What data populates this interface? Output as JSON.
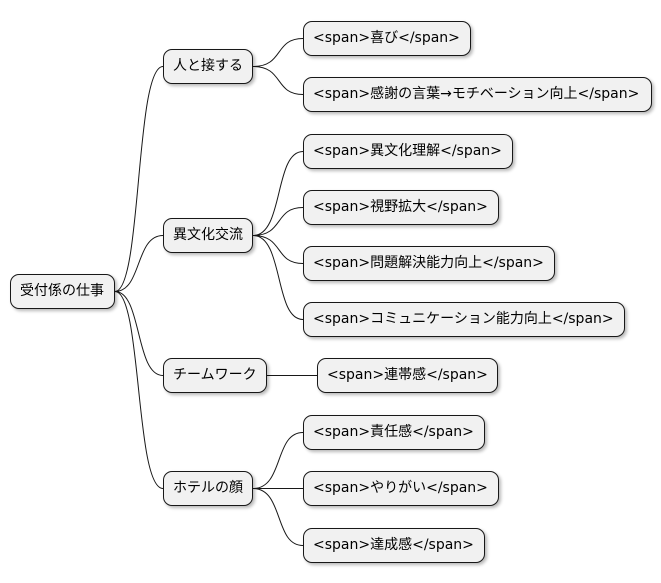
{
  "mindmap": {
    "root": {
      "id": "root",
      "label": "受付係の仕事"
    },
    "branches": [
      {
        "id": "b1",
        "label": "人と接する",
        "leaves": [
          {
            "id": "b1l1",
            "label": "<span>喜び</span>"
          },
          {
            "id": "b1l2",
            "label": "<span>感謝の言葉→モチベーション向上</span>"
          }
        ]
      },
      {
        "id": "b2",
        "label": "異文化交流",
        "leaves": [
          {
            "id": "b2l1",
            "label": "<span>異文化理解</span>"
          },
          {
            "id": "b2l2",
            "label": "<span>視野拡大</span>"
          },
          {
            "id": "b2l3",
            "label": "<span>問題解決能力向上</span>"
          },
          {
            "id": "b2l4",
            "label": "<span>コミュニケーション能力向上</span>"
          }
        ]
      },
      {
        "id": "b3",
        "label": "チームワーク",
        "leaves": [
          {
            "id": "b3l1",
            "label": "<span>連帯感</span>"
          }
        ]
      },
      {
        "id": "b4",
        "label": "ホテルの顔",
        "leaves": [
          {
            "id": "b4l1",
            "label": "<span>責任感</span>"
          },
          {
            "id": "b4l2",
            "label": "<span>やりがい</span>"
          },
          {
            "id": "b4l3",
            "label": "<span>達成感</span>"
          }
        ]
      }
    ]
  }
}
